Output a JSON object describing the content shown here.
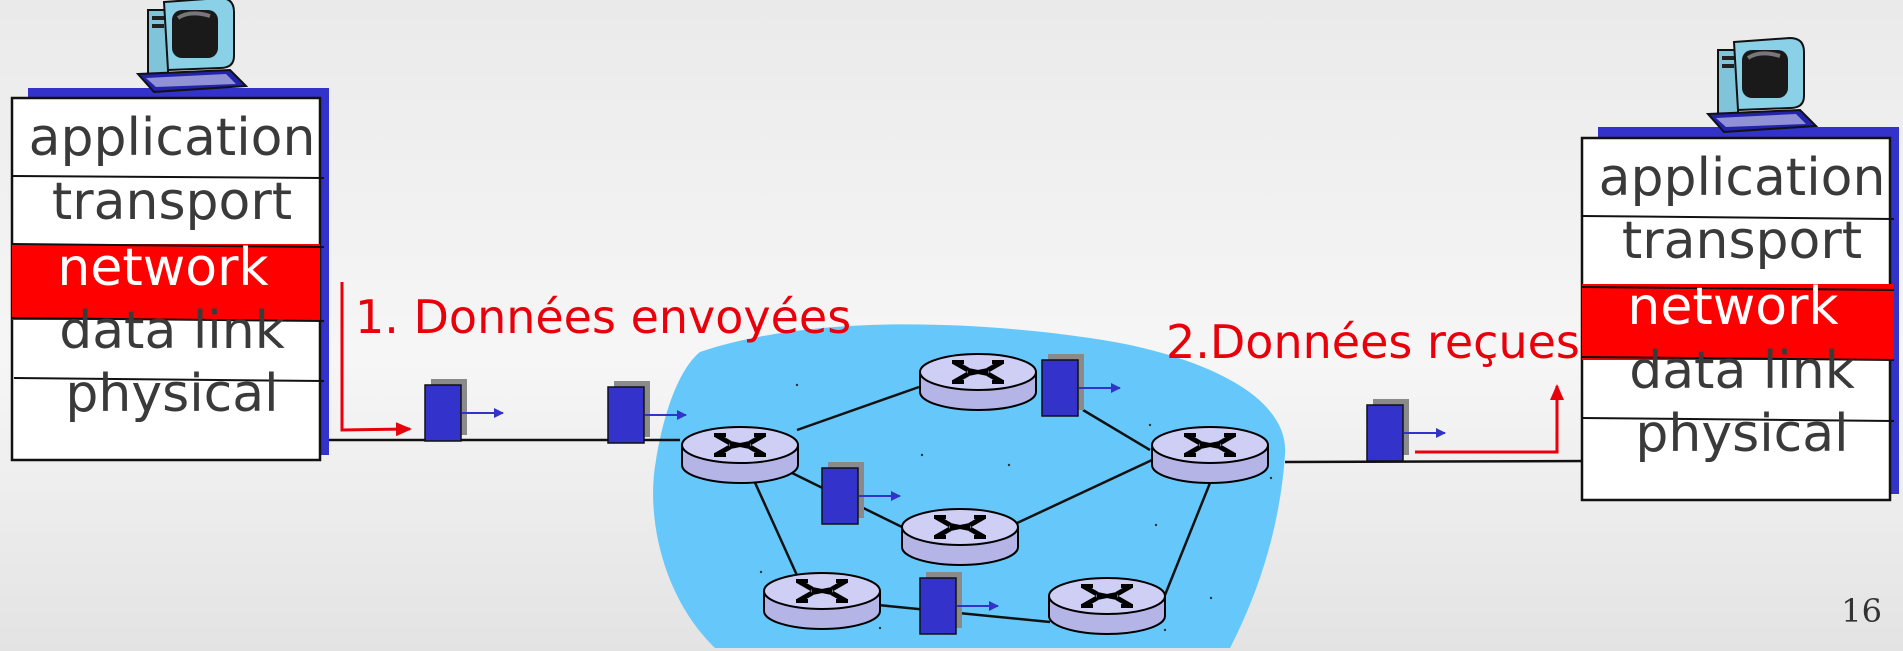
{
  "left_stack": {
    "layers": [
      "application",
      "transport",
      "network",
      "data link",
      "physical"
    ],
    "active_layer": "network"
  },
  "right_stack": {
    "layers": [
      "application",
      "transport",
      "network",
      "data link",
      "physical"
    ],
    "active_layer": "network"
  },
  "labels": {
    "sent": "1. Données envoyées",
    "received": "2.Données reçues"
  },
  "page_number": "16",
  "colors": {
    "highlight": "#ff0000",
    "arrow_red": "#e8000a",
    "cloud": "#66c8fa",
    "packet": "#3333cc",
    "router": "#c8c8f0",
    "stack_shadow": "#3333cc"
  },
  "icons": {
    "host": "computer-icon",
    "router": "router-icon",
    "packet": "packet-icon"
  }
}
